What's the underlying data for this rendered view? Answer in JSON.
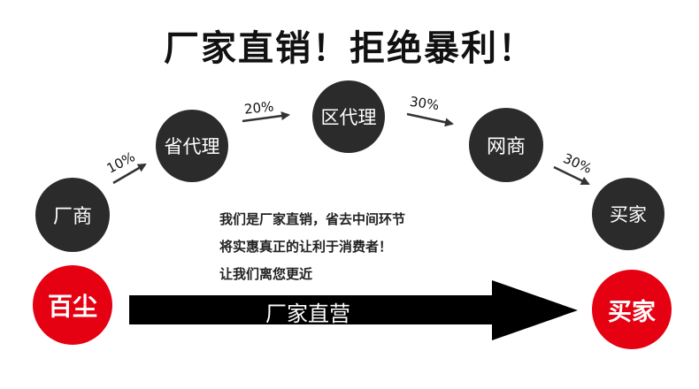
{
  "title": "厂家直销！拒绝暴利！",
  "chain": {
    "factory": "厂商",
    "province": "省代理",
    "district": "区代理",
    "online": "网商",
    "buyer": "买家",
    "pct_factory_province": "10%",
    "pct_province_district": "20%",
    "pct_district_online": "30%",
    "pct_online_buyer": "30%"
  },
  "message": {
    "line1": "我们是厂家直销，省去中间环节",
    "line2": "将实惠真正的让利于消费者！",
    "line3": "让我们离您更近"
  },
  "direct": {
    "brand": "百尘",
    "buyer": "买家",
    "label": "厂家直营"
  },
  "colors": {
    "dark_circle": "#2b2b2b",
    "red_circle": "#e50012",
    "arrow": "#000000"
  }
}
